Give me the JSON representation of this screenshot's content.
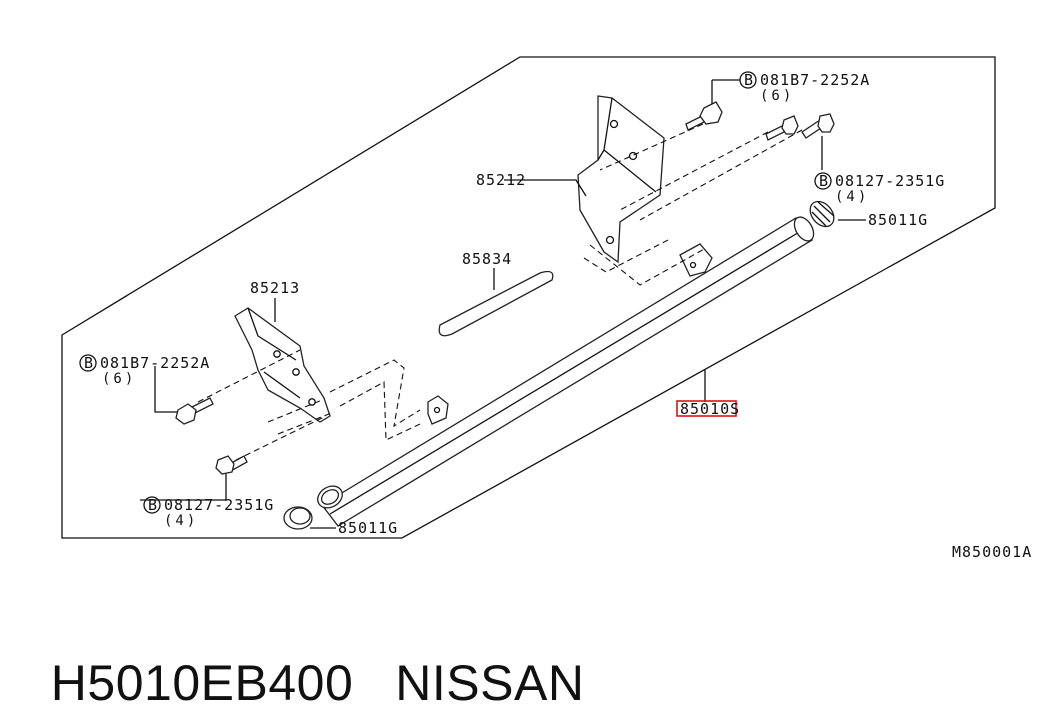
{
  "labels": {
    "bolt_081b7_upper": "081B7-2252A",
    "bolt_081b7_upper_qty": "(6)",
    "bolt_08127_upper": "08127-2351G",
    "bolt_08127_upper_qty": "(4)",
    "cap_upper": "85011G",
    "bracket_85212": "85212",
    "pad_85834": "85834",
    "bracket_85213": "85213",
    "bolt_081b7_lower": "081B7-2252A",
    "bolt_081b7_lower_qty": "(6)",
    "bolt_08127_lower": "08127-2351G",
    "bolt_08127_lower_qty": "(4)",
    "cap_lower": "85011G",
    "main_part": "85010S",
    "figure_code": "M850001A",
    "circle_marker": "B"
  },
  "footer": {
    "part_number": "H5010EB400",
    "brand": "NISSAN"
  },
  "colors": {
    "highlight": "#e0101a",
    "line": "#111111"
  }
}
